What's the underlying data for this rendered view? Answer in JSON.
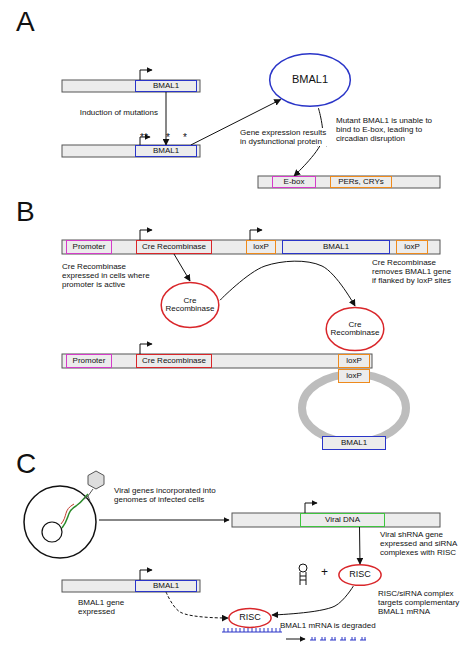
{
  "diagram": {
    "nodes": [
      {
        "text": [
          "BMAL1"
        ]
      },
      {
        "text": [
          "BMAL1"
        ]
      },
      {
        "text": [
          "BMAL1"
        ]
      },
      {
        "text": [
          "E-box"
        ]
      },
      {
        "text": [
          "PERs, CRYs"
        ]
      },
      {
        "text": [
          "Promoter"
        ]
      },
      {
        "text": [
          "Cre Recombinase"
        ]
      },
      {
        "text": [
          "loxP"
        ]
      },
      {
        "text": [
          "BMAL1"
        ]
      },
      {
        "text": [
          "loxP"
        ]
      },
      {
        "text": [
          "Cre Recombinase"
        ]
      },
      {
        "text": [
          "Cre Recombinase"
        ]
      },
      {
        "text": [
          "Promoter"
        ]
      },
      {
        "text": [
          "Cre Recombinase"
        ]
      },
      {
        "text": [
          "loxP"
        ]
      },
      {
        "text": [
          "loxP"
        ]
      },
      {
        "text": [
          "BMAL1"
        ]
      },
      {
        "text": [
          "Viral DNA"
        ]
      },
      {
        "text": [
          "RISC"
        ]
      },
      {
        "text": [
          "BMAL1"
        ]
      },
      {
        "text": [
          "RISC"
        ]
      }
    ],
    "edges": [
      {
        "from": 0,
        "to": 2,
        "arrow": "to",
        "label": "Induction of mutations"
      },
      {
        "from": 2,
        "to": 1,
        "arrow": "to",
        "label": "Gene expression results in dysfunctional protein"
      },
      {
        "from": 1,
        "to": 3,
        "arrow": "to",
        "label": "Mutant BMAL1 is unable to bind to E-box, leading to circadian disruption"
      },
      {
        "from": 6,
        "to": 10,
        "arrow": "to",
        "label": "Cre Recombinase expressed in cells where promoter is active"
      },
      {
        "from": 10,
        "to": 11,
        "arrow": "to",
        "label": "Cre Recombinase removes BMAL1 gene if flanked by loxP sites"
      },
      {
        "from": 17,
        "to": 18,
        "arrow": "to",
        "label": "Viral shRNA gene expressed and siRNA complexes with RISC"
      },
      {
        "from": 18,
        "to": 20,
        "arrow": "to",
        "label": "RISC/siRNA complex targets complementary BMAL1 mRNA"
      },
      {
        "from": 19,
        "to": 20,
        "arrow": "to",
        "label": "BMAL1 gene expressed"
      }
    ],
    "labels": [
      "A",
      "B",
      "C",
      "**",
      "*",
      "*",
      "Viral genes incorporated into genomes of infected cells",
      "+",
      "BMAL1 mRNA is degraded"
    ]
  }
}
